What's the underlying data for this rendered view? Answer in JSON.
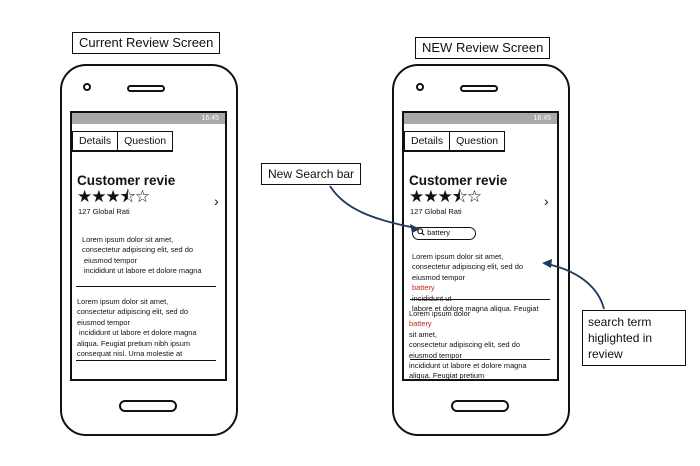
{
  "left_title": "Current Review Screen",
  "right_title": "NEW Review Screen",
  "status_time": "16:45",
  "tab_details": "Details",
  "tab_question": "Question",
  "review_title": "Customer revie",
  "stars": "★★★⯪☆",
  "global_ratings": "127 Global Rati",
  "chevron": "›",
  "left_para1": [
    "Lorem ipsum dolor sit amet,",
    "consectetur adipiscing elit, sed do",
    "eiusmod tempor",
    "incididunt ut labore et dolore magna"
  ],
  "left_para2": [
    "Lorem ipsum dolor sit amet,",
    "consectetur adipiscing elit, sed do",
    "eiusmod tempor",
    "incididunt ut labore et dolore magna",
    "aliqua. Feugiat pretium nibh ipsum",
    "consequat nisl. Urna molestie at"
  ],
  "search_value": "battery",
  "right_para1": {
    "line1": "Lorem ipsum dolor sit amet,",
    "line2": "consectetur adipiscing elit, sed do",
    "line3_a": "eiusmod tempor ",
    "line3_hl": "battery",
    "line3_b": " incididunt ut",
    "line4": "labore et dolore magna aliqua. Feugiat"
  },
  "right_para2": {
    "line1_a": "Lorem ipsum dolor ",
    "line1_hl": "battery",
    "line1_b": " sit amet,",
    "line2": "consectetur adipiscing elit, sed do",
    "line3": "eiusmod tempor",
    "line4": "incididunt ut labore et dolore magna",
    "line5": "aliqua. Feugiat pretium"
  },
  "callout_search": "New Search bar",
  "callout_highlight": [
    "search term",
    "higlighted in",
    "review"
  ],
  "colors": {
    "highlight": "#c0281c",
    "statusbar": "#a9a9a9"
  }
}
